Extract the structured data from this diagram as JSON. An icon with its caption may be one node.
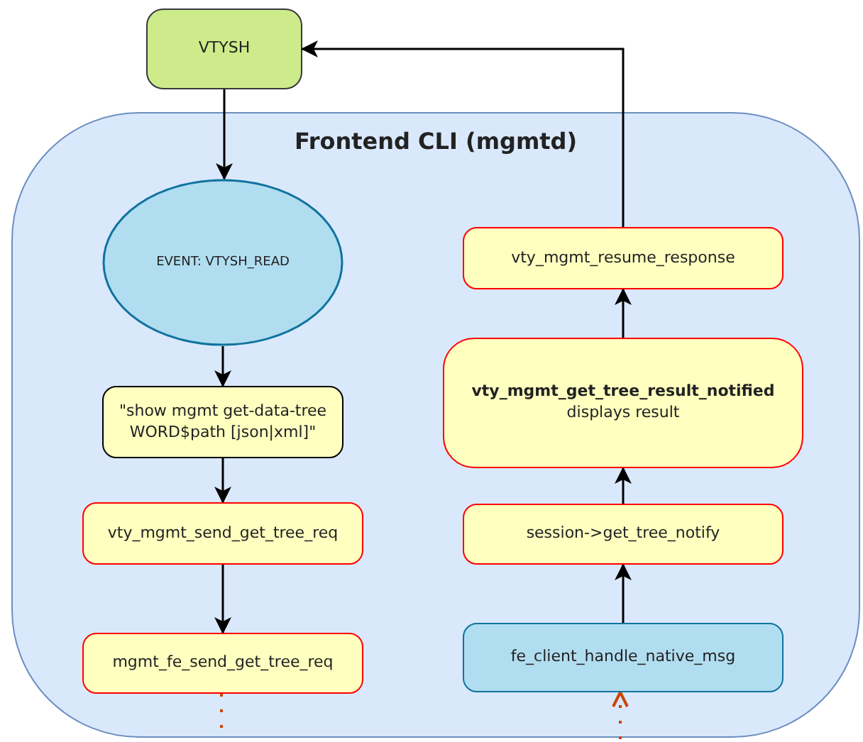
{
  "diagram": {
    "nodes": [
      {
        "text": [
          "VTYSH"
        ]
      },
      {
        "text": [
          "Frontend CLI (mgmtd)"
        ]
      },
      {
        "text": [
          "EVENT: VTYSH_READ"
        ],
        "in": 1
      },
      {
        "text": [
          "\"show mgmt get-data-tree WORD$path [json|xml]\""
        ],
        "in": 1
      },
      {
        "text": [
          "vty_mgmt_send_get_tree_req"
        ],
        "in": 1
      },
      {
        "text": [
          "mgmt_fe_send_get_tree_req"
        ],
        "in": 1
      },
      {
        "text": [
          "vty_mgmt_resume_response"
        ],
        "in": 1
      },
      {
        "text": [
          "vty_mgmt_get_tree_result_notified",
          "displays result"
        ],
        "in": 1
      },
      {
        "text": [
          "session->get_tree_notify"
        ],
        "in": 1
      },
      {
        "text": [
          "fe_client_handle_native_msg"
        ],
        "in": 1
      }
    ],
    "edges": [
      {
        "from": 0,
        "to": 2,
        "arrow": "to"
      },
      {
        "from": 2,
        "to": 3,
        "arrow": "to"
      },
      {
        "from": 3,
        "to": 4,
        "arrow": "to"
      },
      {
        "from": 4,
        "to": 5,
        "arrow": "to"
      },
      {
        "from": 5,
        "to": null,
        "arrow": "none",
        "style": "dashed",
        "color": "#cc4400"
      },
      {
        "from": null,
        "to": 9,
        "arrow": "to",
        "style": "dashed",
        "color": "#cc4400"
      },
      {
        "from": 9,
        "to": 8,
        "arrow": "to"
      },
      {
        "from": 8,
        "to": 7,
        "arrow": "to"
      },
      {
        "from": 7,
        "to": 6,
        "arrow": "to"
      },
      {
        "from": 6,
        "to": 0,
        "arrow": "to"
      }
    ]
  }
}
